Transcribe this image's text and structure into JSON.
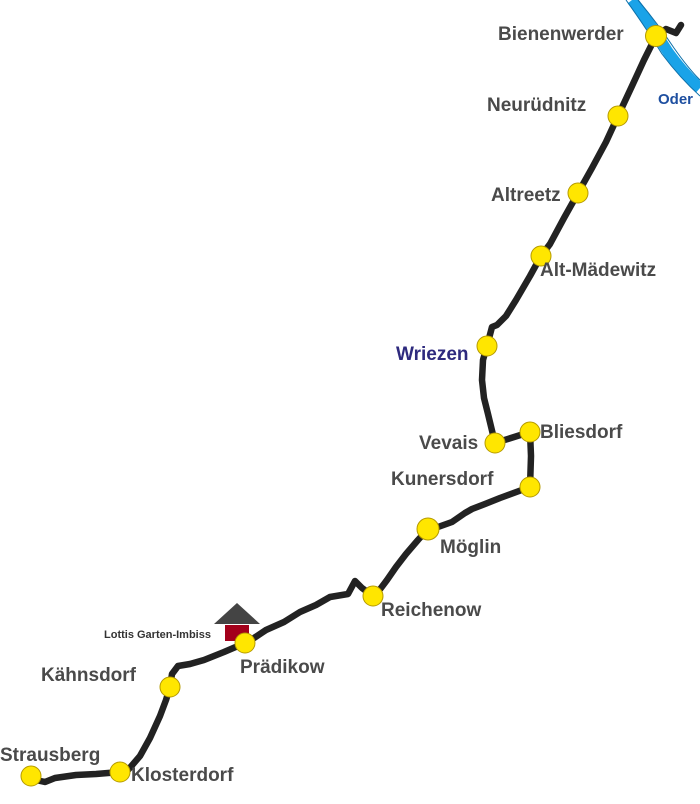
{
  "colors": {
    "route": "#222222",
    "station_fill": "#ffe600",
    "station_stroke": "#b59a00",
    "river": "#1aa3e8",
    "town_label": "#2e2a7e",
    "station_label": "#4a4a4a",
    "poi_roof": "#444444",
    "poi_body": "#a3001b"
  },
  "river": {
    "name": "Oder",
    "icon": "river-line"
  },
  "poi": {
    "label": "Lottis Garten-Imbiss",
    "icon": "house-icon"
  },
  "stations": [
    {
      "id": "bienenwerder",
      "label": "Bienenwerder"
    },
    {
      "id": "neuruednitz",
      "label": "Neurüdnitz"
    },
    {
      "id": "altreetz",
      "label": "Altreetz"
    },
    {
      "id": "alt-maedewitz",
      "label": "Alt-Mädewitz"
    },
    {
      "id": "wriezen",
      "label": "Wriezen",
      "type": "town"
    },
    {
      "id": "bliesdorf",
      "label": "Bliesdorf"
    },
    {
      "id": "vevais",
      "label": "Vevais"
    },
    {
      "id": "kunersdorf",
      "label": "Kunersdorf"
    },
    {
      "id": "moeglin",
      "label": "Möglin"
    },
    {
      "id": "reichenow",
      "label": "Reichenow"
    },
    {
      "id": "praedikow",
      "label": "Prädikow"
    },
    {
      "id": "kaehnsdorf",
      "label": "Kähnsdorf"
    },
    {
      "id": "klosterdorf",
      "label": "Klosterdorf"
    },
    {
      "id": "strausberg",
      "label": "Strausberg"
    }
  ]
}
